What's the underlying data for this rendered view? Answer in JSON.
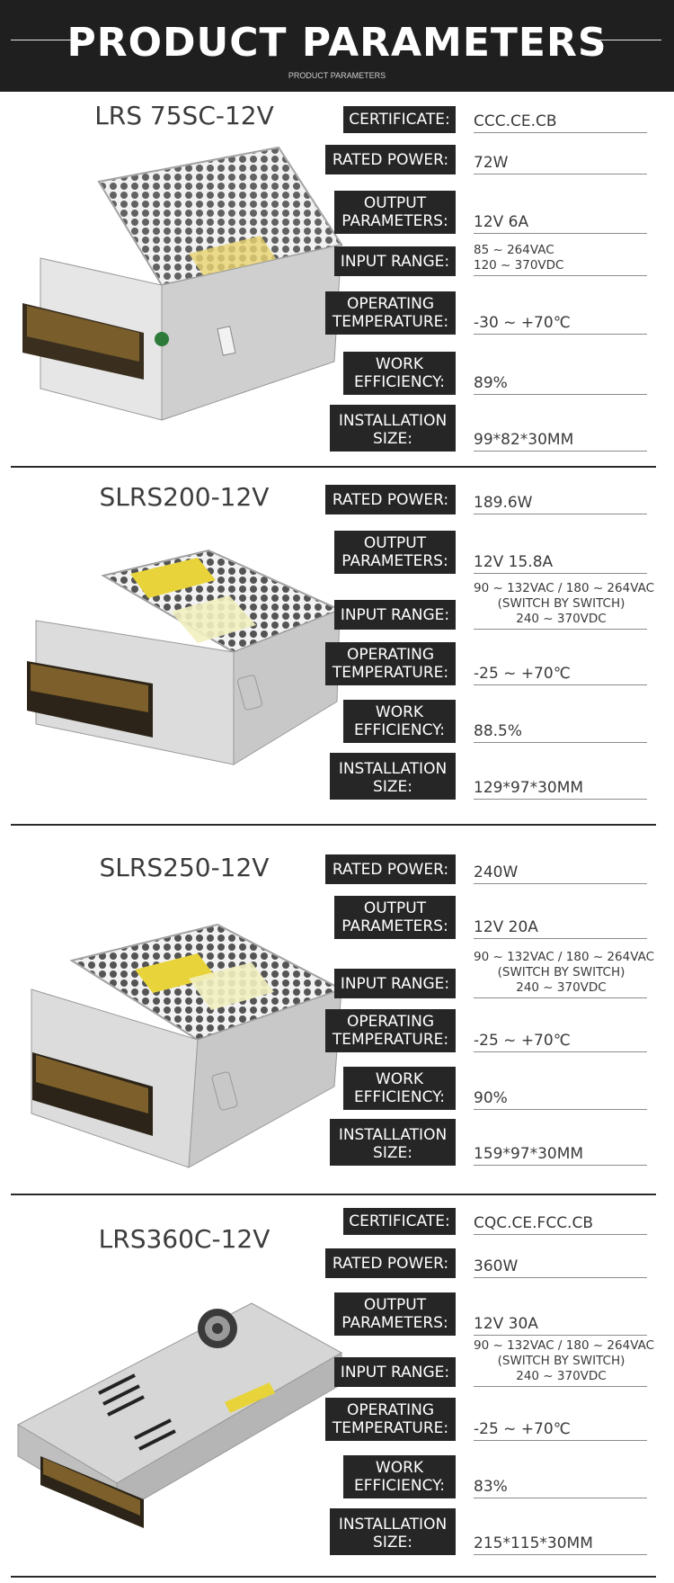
{
  "header": {
    "title": "PRODUCT PARAMETERS",
    "subtitle": "PRODUCT PARAMETERS"
  },
  "colors": {
    "header_bg": "#1f1f1f",
    "label_bg": "#262626",
    "divider": "#2a2a2a"
  },
  "products": [
    {
      "model": "LRS 75SC-12V",
      "specs": [
        {
          "label": "CERTIFICATE:",
          "value": "CCC.CE.CB"
        },
        {
          "label": "RATED POWER:",
          "value": "72W"
        },
        {
          "label_l1": "OUTPUT",
          "label_l2": "PARAMETERS:",
          "value": "12V 6A"
        },
        {
          "label": "INPUT RANGE:",
          "value_l1": "85 ~ 264VAC",
          "value_l2": "120 ~ 370VDC"
        },
        {
          "label_l1": "OPERATING",
          "label_l2": "TEMPERATURE:",
          "value": "-30 ~ +70℃"
        },
        {
          "label_l1": "WORK",
          "label_l2": "EFFICIENCY:",
          "value": "89%"
        },
        {
          "label_l1": "INSTALLATION",
          "label_l2": "SIZE:",
          "value": "99*82*30MM"
        }
      ]
    },
    {
      "model": "SLRS200-12V",
      "specs": [
        {
          "label": "RATED POWER:",
          "value": "189.6W"
        },
        {
          "label_l1": "OUTPUT",
          "label_l2": "PARAMETERS:",
          "value": "12V 15.8A"
        },
        {
          "label": "INPUT RANGE:",
          "value_l1": "90 ~ 132VAC / 180 ~ 264VAC",
          "value_l2": "(SWITCH BY SWITCH)",
          "value_l3": "240 ~ 370VDC"
        },
        {
          "label_l1": "OPERATING",
          "label_l2": "TEMPERATURE:",
          "value": "-25 ~ +70℃"
        },
        {
          "label_l1": "WORK",
          "label_l2": "EFFICIENCY:",
          "value": "88.5%"
        },
        {
          "label_l1": "INSTALLATION",
          "label_l2": "SIZE:",
          "value": "129*97*30MM"
        }
      ]
    },
    {
      "model": "SLRS250-12V",
      "specs": [
        {
          "label": "RATED POWER:",
          "value": "240W"
        },
        {
          "label_l1": "OUTPUT",
          "label_l2": "PARAMETERS:",
          "value": "12V 20A"
        },
        {
          "label": "INPUT RANGE:",
          "value_l1": "90 ~ 132VAC / 180 ~ 264VAC",
          "value_l2": "(SWITCH BY SWITCH)",
          "value_l3": "240 ~ 370VDC"
        },
        {
          "label_l1": "OPERATING",
          "label_l2": "TEMPERATURE:",
          "value": "-25 ~ +70℃"
        },
        {
          "label_l1": "WORK",
          "label_l2": "EFFICIENCY:",
          "value": "90%"
        },
        {
          "label_l1": "INSTALLATION",
          "label_l2": "SIZE:",
          "value": "159*97*30MM"
        }
      ]
    },
    {
      "model": "LRS360C-12V",
      "specs": [
        {
          "label": "CERTIFICATE:",
          "value": "CQC.CE.FCC.CB"
        },
        {
          "label": "RATED POWER:",
          "value": "360W"
        },
        {
          "label_l1": "OUTPUT",
          "label_l2": "PARAMETERS:",
          "value": "12V 30A"
        },
        {
          "label": "INPUT RANGE:",
          "value_l1": "90 ~ 132VAC / 180 ~ 264VAC",
          "value_l2": "(SWITCH BY SWITCH)",
          "value_l3": "240 ~ 370VDC"
        },
        {
          "label_l1": "OPERATING",
          "label_l2": "TEMPERATURE:",
          "value": "-25 ~ +70℃"
        },
        {
          "label_l1": "WORK",
          "label_l2": "EFFICIENCY:",
          "value": "83%"
        },
        {
          "label_l1": "INSTALLATION",
          "label_l2": "SIZE:",
          "value": "215*115*30MM"
        }
      ]
    }
  ]
}
